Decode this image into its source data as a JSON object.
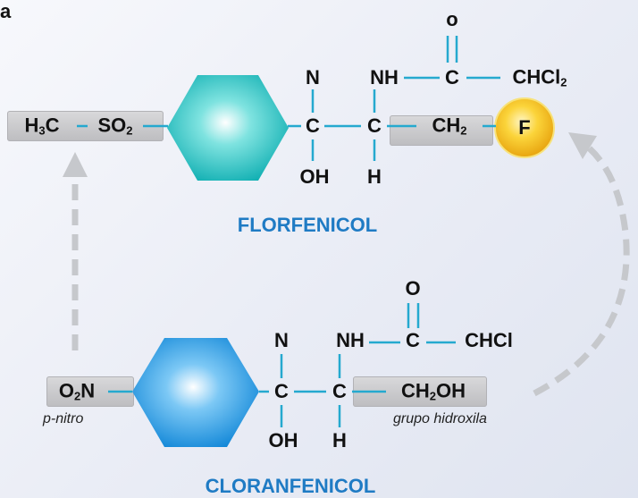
{
  "corner_label": "a",
  "florfenicol": {
    "name": "FLORFENICOL",
    "h3c": {
      "main": "H",
      "sub": "3",
      "tail": "C"
    },
    "so2": {
      "main": "SO",
      "sub": "2"
    },
    "n": "N",
    "nh": "NH",
    "o": "o",
    "c_carbonyl": "C",
    "chcl2": {
      "main": "CHCl",
      "sub": "2"
    },
    "c1": "C",
    "c2": "C",
    "ch2": {
      "main": "CH",
      "sub": "2"
    },
    "f": "F",
    "oh": "OH",
    "h": "H",
    "colors": {
      "ring": "#1cbfc0",
      "fluorine": "#f5c51a",
      "bond": "#25a9cf"
    }
  },
  "cloranfenicol": {
    "name": "CLORANFENICOL",
    "o2n": {
      "main": "O",
      "sub": "2",
      "tail": "N"
    },
    "n": "N",
    "nh": "NH",
    "o": "O",
    "c_carbonyl": "C",
    "chcl": "CHCl",
    "c1": "C",
    "c2": "C",
    "ch2oh": {
      "main": "CH",
      "sub": "2",
      "tail": "OH"
    },
    "oh": "OH",
    "h": "H",
    "note_pnitro": "p-nitro",
    "note_hydroxyl": "grupo hidroxila",
    "colors": {
      "ring": "#1a9fe6",
      "bond": "#25a9cf"
    }
  },
  "colors": {
    "title": "#1f7bc4",
    "arrow": "#c6c8cc",
    "box": "#c9c9cc"
  }
}
